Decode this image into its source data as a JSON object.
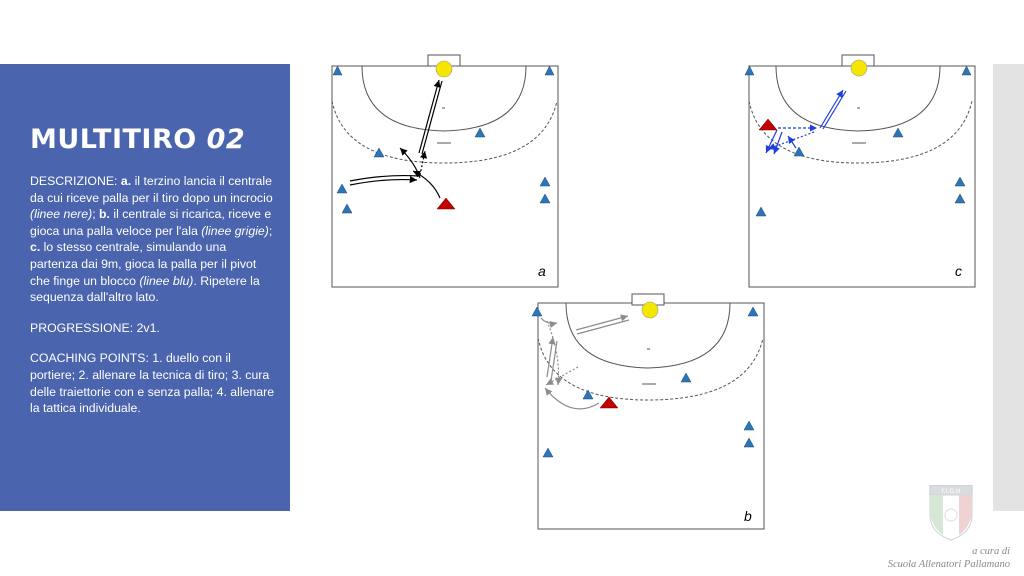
{
  "title": {
    "main": "MULTITIRO",
    "number": "02"
  },
  "description": {
    "label": "DESCRIZIONE:",
    "a_key": "a.",
    "a_text": " il terzino lancia il centrale da cui riceve palla per il tiro dopo un incrocio ",
    "a_note": "(linee nere)",
    "sep_b": "; ",
    "b_key": "b.",
    "b_text": " il centrale si ricarica, riceve e gioca una palla veloce per l'ala ",
    "b_note": "(linee grigie)",
    "sep_c": "; ",
    "c_key": "c.",
    "c_text": " lo stesso centrale, simulando una partenza dai 9m, gioca la palla per il pivot che finge un blocco ",
    "c_note": "(linee blu)",
    "ending": ". Ripetere la sequenza dall'altro lato."
  },
  "progression": "PROGRESSIONE: 2v1.",
  "coaching": "COACHING POINTS: 1. duello con il portiere; 2. allenare la tecnica di tiro; 3. cura delle traiettorie con e senza palla; 4. allenare la tattica individuale.",
  "diagram_labels": {
    "a": "a",
    "b": "b",
    "c": "c"
  },
  "logo_text": "F.I.G.H",
  "credit": {
    "line1": "a cura di",
    "line2": "Scuola Allenatori Pallamano"
  },
  "colors": {
    "panel": "#4a64ad",
    "player_blue": "#2f74b5",
    "player_red": "#c00000",
    "ball": "#f5e600",
    "arrow_black": "#000000",
    "arrow_grey": "#8c8c8c",
    "arrow_blue": "#1f3fdc"
  }
}
